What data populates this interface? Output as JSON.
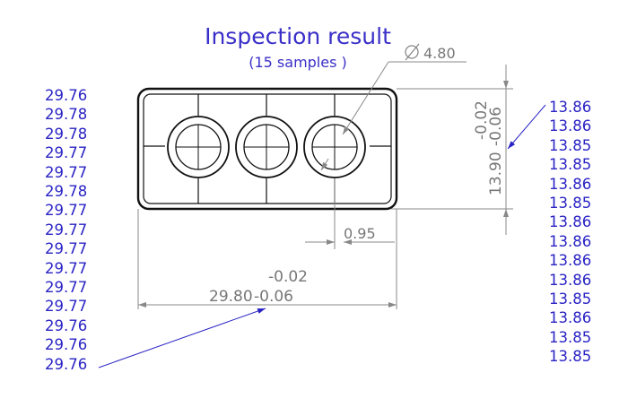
{
  "title": "Inspection result",
  "subtitle": "(15 samples )",
  "left_values": [
    "29.76",
    "29.78",
    "29.78",
    "29.77",
    "29.77",
    "29.78",
    "29.77",
    "29.77",
    "29.77",
    "29.77",
    "29.77",
    "29.77",
    "29.76",
    "29.76",
    "29.76"
  ],
  "right_values": [
    "13.86",
    "13.86",
    "13.85",
    "13.85",
    "13.86",
    "13.85",
    "13.86",
    "13.86",
    "13.86",
    "13.86",
    "13.85",
    "13.86",
    "13.85",
    "13.85"
  ],
  "dims": {
    "diameter": "4.80",
    "height_nominal": "13.90",
    "height_upper": "-0.02",
    "height_lower": "-0.06",
    "offset": "0.95",
    "width_nominal": "29.80",
    "width_upper": "-0.02",
    "width_lower": "-0.06"
  },
  "colors": {
    "title": "#3a2fc8",
    "values": "#2a23c4",
    "dimension": "#777777",
    "outline": "#111111"
  }
}
